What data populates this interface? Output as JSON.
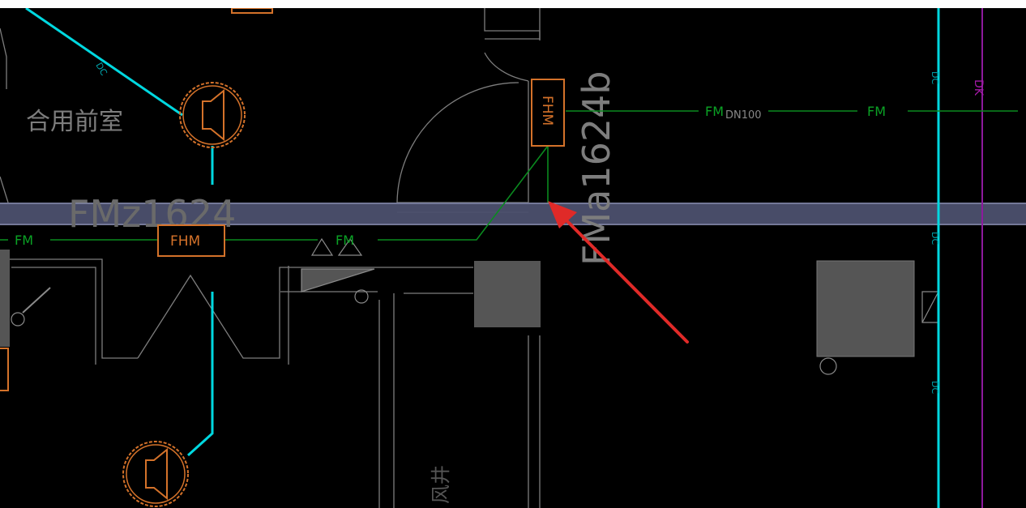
{
  "drawing": {
    "room_label": "合用前室",
    "door_tag_left": "FMz1624",
    "door_tag_right": "FMa1624b",
    "fhm_tag": "FHM",
    "fm_tag": "FM",
    "pipe_size_label": "DN100",
    "dk_label": "DK",
    "dc_label": "DC",
    "shaft_label": "风井"
  },
  "colors": {
    "background": "#000000",
    "cyan_line": "#00d8e0",
    "green_line": "#0a8a1f",
    "orange_symbol": "#d4722a",
    "purple_band": "#4c506e",
    "gray_wall": "#8a8a8a",
    "magenta_line": "#8d1a9d",
    "arrow": "#e02a28"
  }
}
